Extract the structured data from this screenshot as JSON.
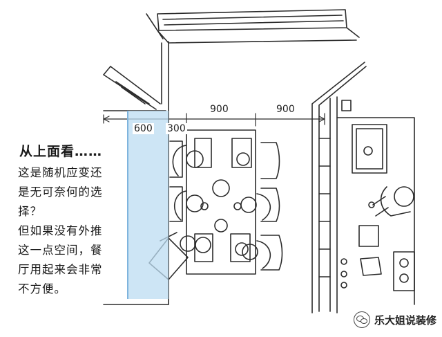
{
  "dimensions": {
    "d600": "600",
    "d300": "300",
    "d900a": "900",
    "d900b": "900"
  },
  "caption": {
    "heading": "从上面看……",
    "lines": [
      "这是随机应变还",
      "是无可奈何的选",
      "择？",
      "但如果没有外推",
      "这一点空间，餐",
      "厅用起来会非常",
      "不方便。"
    ]
  },
  "watermark": {
    "text": "乐大姐说装修",
    "icon": "wechat-icon"
  },
  "colors": {
    "highlight": "#bcdcf2",
    "ink": "#2b2b2b",
    "wall": "#ffffff"
  }
}
